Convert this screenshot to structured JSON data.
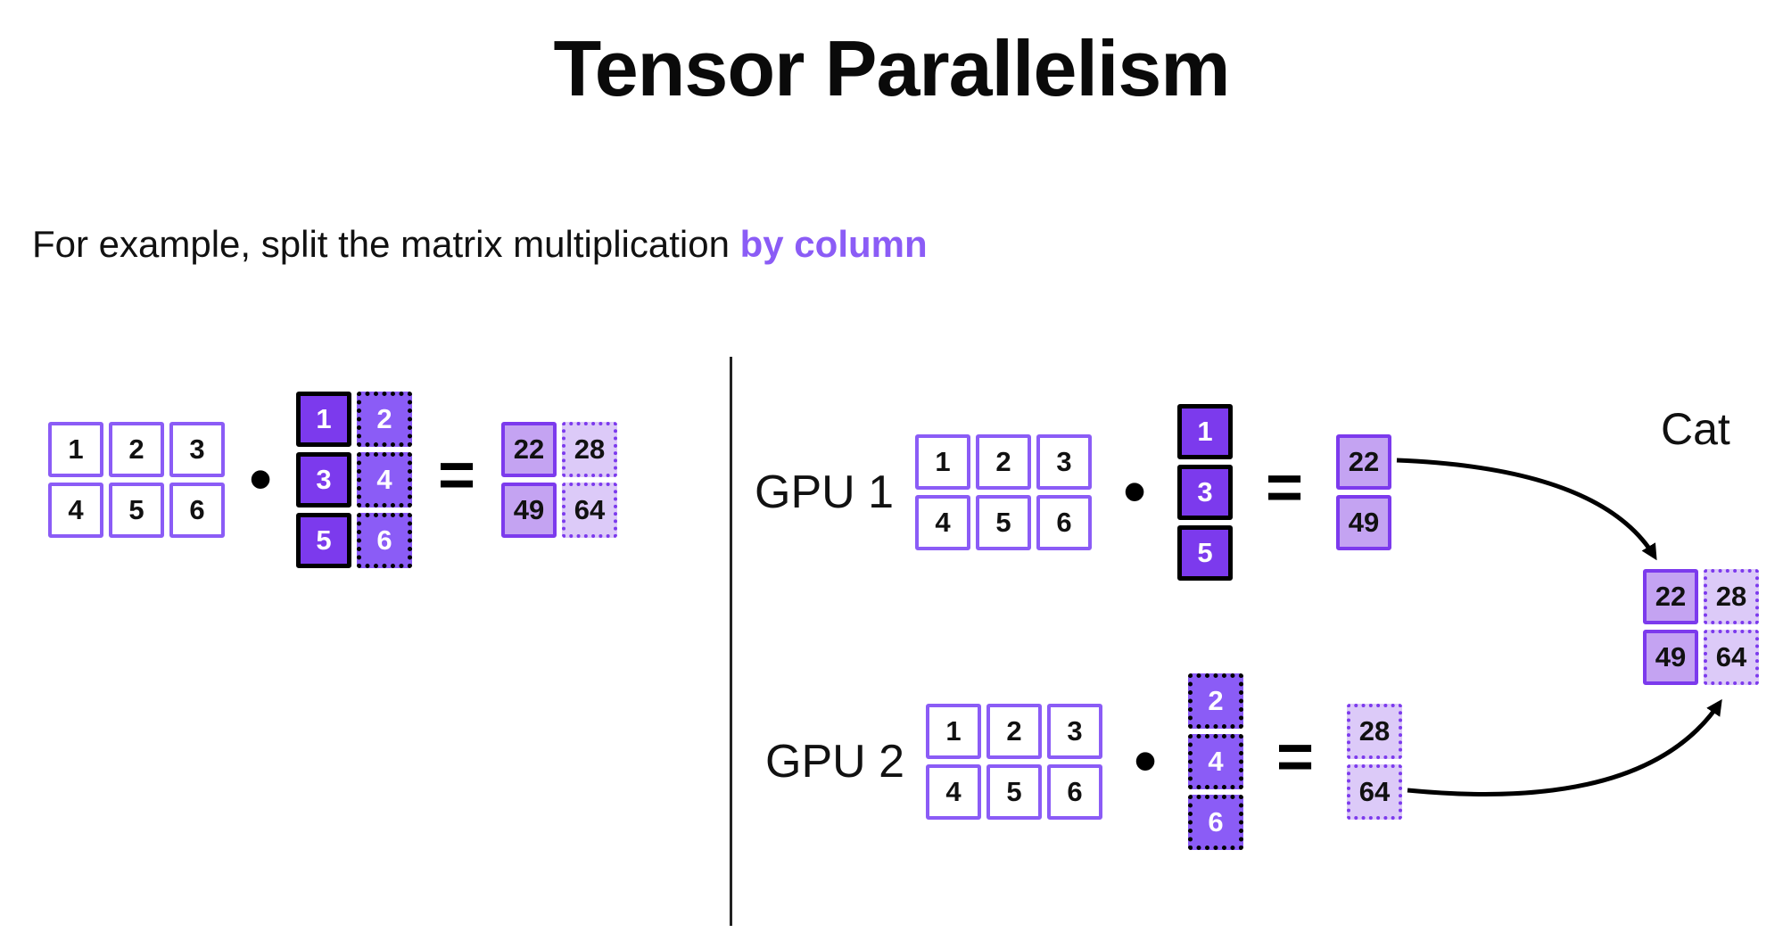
{
  "title": "Tensor Parallelism",
  "subtitle": {
    "prefix": "For example, split the matrix multiplication ",
    "highlight": "by column"
  },
  "operators": {
    "dot": "•",
    "equals": "="
  },
  "colors": {
    "accent_purple": "#8B5CF6",
    "solid_cell_fill": "#7C3AED",
    "dotted_cell_fill": "#8B5CF6",
    "light_solid_fill": "#C4A3F2",
    "light_dotted_fill": "#DCCAF8",
    "arrow_black": "#000000"
  },
  "left_example": {
    "matrix_a": [
      [
        "1",
        "2",
        "3"
      ],
      [
        "4",
        "5",
        "6"
      ]
    ],
    "matrix_b": [
      [
        "1",
        "2"
      ],
      [
        "3",
        "4"
      ],
      [
        "5",
        "6"
      ]
    ],
    "result": [
      [
        "22",
        "28"
      ],
      [
        "49",
        "64"
      ]
    ]
  },
  "gpu1": {
    "label": "GPU 1",
    "matrix_a": [
      [
        "1",
        "2",
        "3"
      ],
      [
        "4",
        "5",
        "6"
      ]
    ],
    "vector": [
      "1",
      "3",
      "5"
    ],
    "result": [
      "22",
      "49"
    ]
  },
  "gpu2": {
    "label": "GPU 2",
    "matrix_a": [
      [
        "1",
        "2",
        "3"
      ],
      [
        "4",
        "5",
        "6"
      ]
    ],
    "vector": [
      "2",
      "4",
      "6"
    ],
    "result": [
      "28",
      "64"
    ]
  },
  "cat": {
    "label": "Cat",
    "matrix": [
      [
        "22",
        "28"
      ],
      [
        "49",
        "64"
      ]
    ]
  }
}
